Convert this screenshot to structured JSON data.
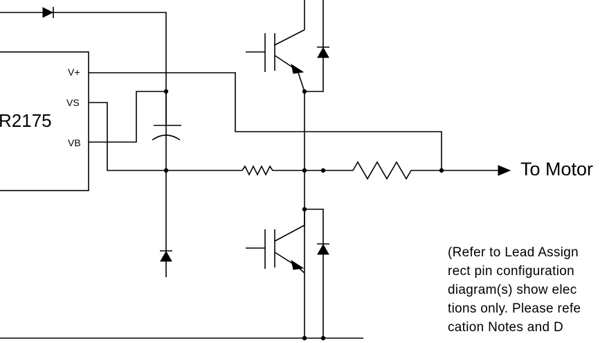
{
  "chip": {
    "name": "R2175",
    "pins": {
      "vplus": "V+",
      "vs": "VS",
      "vb": "VB"
    }
  },
  "output_label": "To Motor",
  "note_lines": [
    "(Refer to Lead Assign",
    "rect pin configuration",
    "diagram(s) show elec",
    "tions only.  Please refe",
    "cation Notes and D"
  ]
}
